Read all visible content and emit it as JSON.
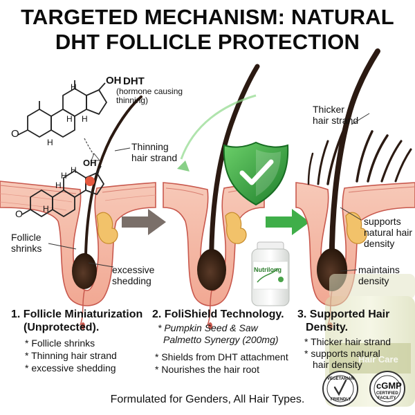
{
  "title": {
    "line1": "TARGETED MECHANISM: NATURAL",
    "line2": "DHT FOLLICLE PROTECTION"
  },
  "panel1": {
    "oh1": "OH",
    "dht": "DHT",
    "dht_note_1": "(hormone causing",
    "dht_note_2": "thinning)",
    "oh2": "OH",
    "o1": "O",
    "o2": "O",
    "h_atoms": [
      "H",
      "H",
      "H",
      "H",
      "H",
      "H",
      "H",
      "H"
    ],
    "thinning_1": "Thinning",
    "thinning_2": "hair strand",
    "follicle_1": "Follicle",
    "follicle_2": "shrinks",
    "excessive_1": "excessive",
    "excessive_2": "shedding",
    "heading_1": "1. Follicle Miniaturization",
    "heading_2": "(Unprotected).",
    "bullets": [
      "* Follicle shrinks",
      "* Thinning hair strand",
      "* excessive shedding"
    ]
  },
  "panel2": {
    "bottle_brand": "Nutrilong",
    "heading": "2. FoliShield Technology.",
    "sub_1": "* Pumpkin Seed & Saw",
    "sub_2": "Palmetto Synergy (200mg)",
    "bullets": [
      "* Shields from DHT attachment",
      "* Nourishes the hair root"
    ]
  },
  "panel3": {
    "thicker_1": "Thicker",
    "thicker_2": "hair strand",
    "supports_1": "supports",
    "supports_2": "natural hair",
    "supports_3": "density",
    "maintains_1": "maintains",
    "maintains_2": "density",
    "heading_1": "3. Supported Hair",
    "heading_2": "Density.",
    "bullets": [
      "* Thicker hair strand",
      "* supports natural",
      "hair density"
    ],
    "jar_label": "Hair Care",
    "badge_veg_1": "VEGETARIAN",
    "badge_veg_2": "FRIENDLY",
    "badge_cgmp_1": "cGMP",
    "badge_cgmp_2": "CERTIFIED",
    "badge_cgmp_3": "FACILITY"
  },
  "footer": "Formulated for Genders, All Hair Types.",
  "colors": {
    "skin": "#f4b8a6",
    "skin_line": "#c8584d",
    "hair": "#2b1a12",
    "bulb": "#3a2418",
    "gland": "#f2c26a",
    "shield": "#2e9e3a",
    "arrow_grey": "#7a6f69",
    "arrow_green": "#3fae49"
  },
  "icons": [
    "shield-check-icon",
    "arrow-right-icon",
    "vegetarian-leaf-icon"
  ]
}
